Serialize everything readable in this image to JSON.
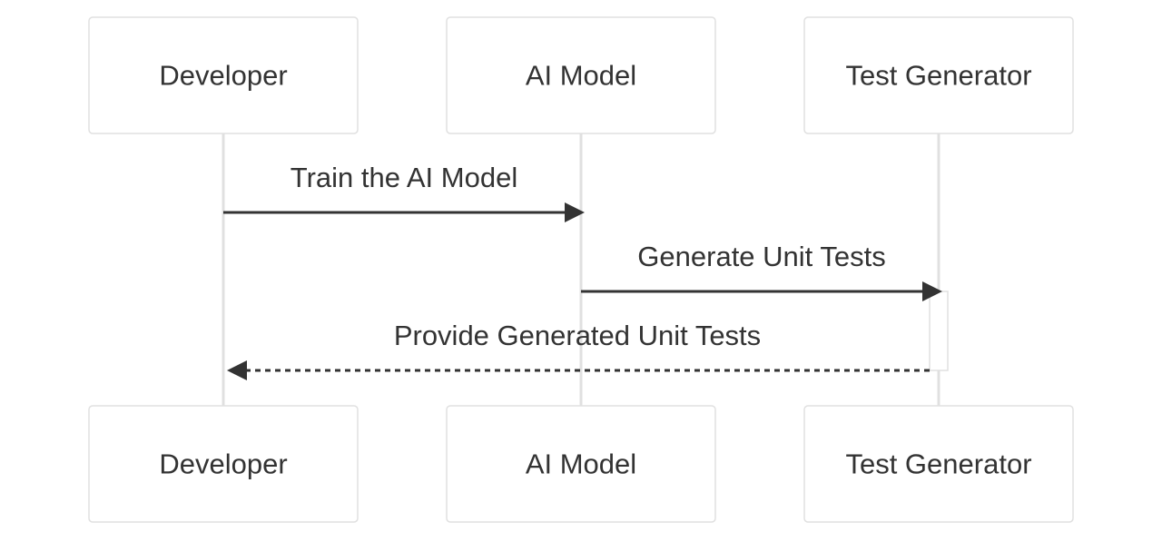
{
  "diagram": {
    "type": "sequence",
    "participants": [
      {
        "id": "developer",
        "label": "Developer"
      },
      {
        "id": "ai_model",
        "label": "AI Model"
      },
      {
        "id": "test_generator",
        "label": "Test Generator"
      }
    ],
    "messages": [
      {
        "from": "developer",
        "to": "ai_model",
        "label": "Train the AI Model",
        "style": "solid"
      },
      {
        "from": "ai_model",
        "to": "test_generator",
        "label": "Generate Unit Tests",
        "style": "solid"
      },
      {
        "from": "test_generator",
        "to": "developer",
        "label": "Provide Generated Unit Tests",
        "style": "dashed"
      }
    ],
    "activations": [
      {
        "participant": "test_generator",
        "from_message": 1,
        "to_message": 2
      }
    ],
    "colors": {
      "line": "#333333",
      "box_border": "#e0e0e0",
      "lifeline": "#e0e0e0",
      "text": "#333333",
      "background": "#ffffff"
    }
  }
}
